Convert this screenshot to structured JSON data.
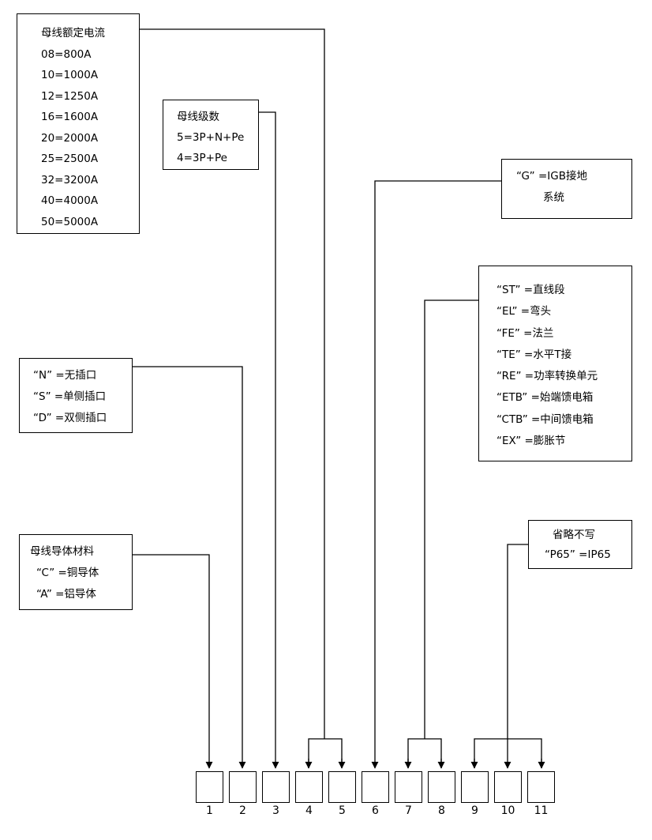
{
  "boxes": {
    "current": {
      "title": "母线额定电流",
      "items": [
        "08=800A",
        "10=1000A",
        "12=1250A",
        "16=1600A",
        "20=2000A",
        "25=2500A",
        "32=3200A",
        "40=4000A",
        "50=5000A"
      ]
    },
    "levels": {
      "title": "母线级数",
      "items": [
        "5=3P+N+Pe",
        "4=3P+Pe"
      ]
    },
    "ground": {
      "line1": "“G” =IGB接地",
      "line2": "系统"
    },
    "type": {
      "items": [
        "“ST” =直线段",
        "“EL” =弯头",
        "“FE” =法兰",
        "“TE” =水平T接",
        "“RE” =功率转换单元",
        "“ETB” =始端馈电箱",
        "“CTB” =中间馈电箱",
        "“EX” =膨胀节"
      ]
    },
    "outlet": {
      "items": [
        "“N” =无插口",
        "“S” =单侧插口",
        "“D” =双侧插口"
      ]
    },
    "material": {
      "title": "母线导体材料",
      "items": [
        "“C” =铜导体",
        "“A” =铝导体"
      ]
    },
    "ip": {
      "line1": "省略不写",
      "line2": "“P65” =IP65"
    }
  },
  "slots": [
    "1",
    "2",
    "3",
    "4",
    "5",
    "6",
    "7",
    "8",
    "9",
    "10",
    "11"
  ]
}
